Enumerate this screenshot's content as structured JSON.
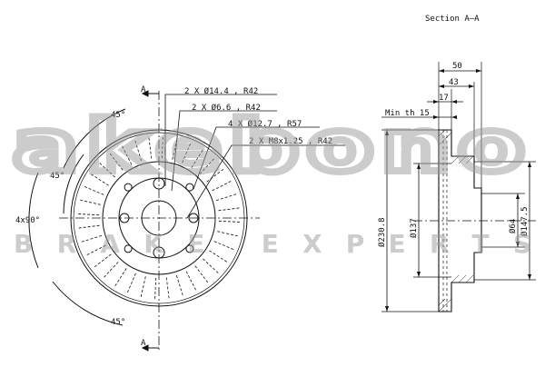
{
  "section_title": "Section A–A",
  "section_marker": "A",
  "watermark": {
    "brand": "akebono",
    "tagline": "BRAKE EXPERTS"
  },
  "front_view": {
    "hole_callouts": [
      "2 X Ø14.4 , R42",
      "2 X Ø6.6 , R42",
      "4 X Ø12.7 , R57",
      "2 X M8x1.25 , R42"
    ],
    "angle_labels": {
      "top": "45°",
      "mid": "45°",
      "pattern": "4x90°",
      "bottom": "45°"
    }
  },
  "section_view": {
    "total_width": "50",
    "hat_depth": "43",
    "disc_thickness": "17",
    "min_thickness": "Min th 15",
    "outer_diameter": "Ø230.8",
    "hat_outer_diameter": "Ø137",
    "bore_diameter": "Ø64",
    "pcd": "Ø147.5"
  },
  "colors": {
    "line": "#111111",
    "watermark": "#b9b9b9",
    "background": "#ffffff"
  }
}
